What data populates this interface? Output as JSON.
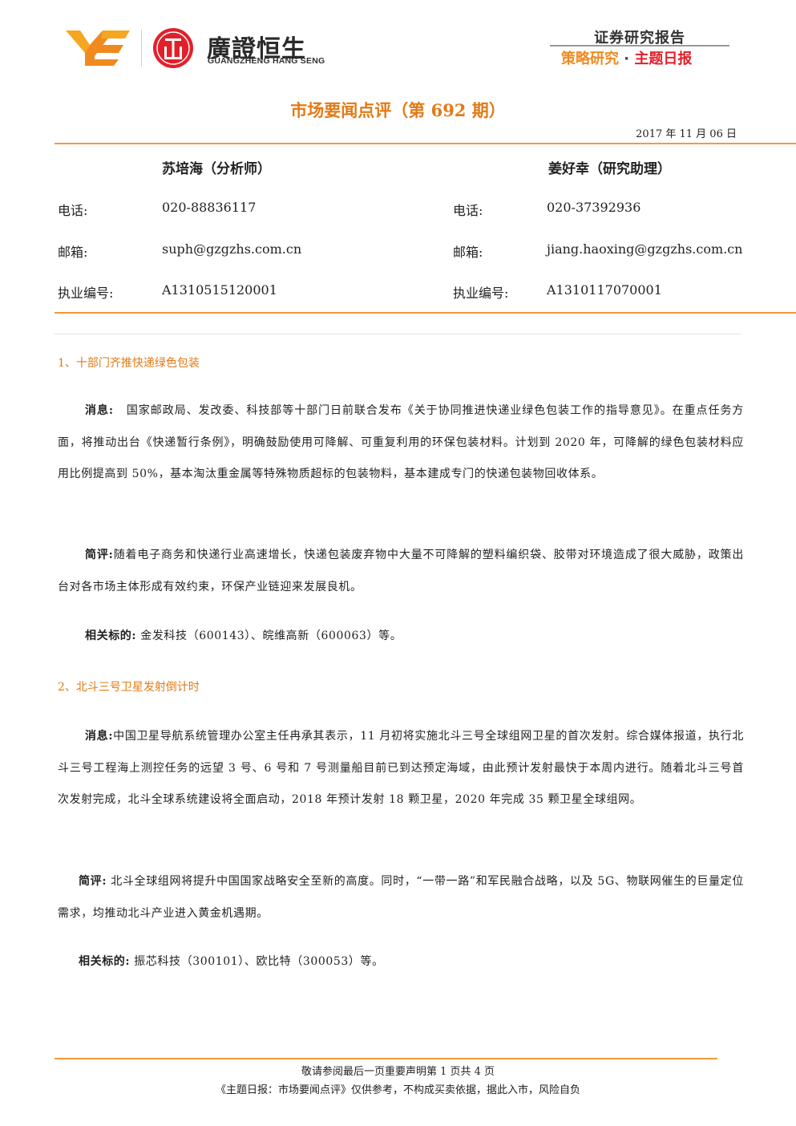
{
  "header": {
    "brand_cn": "廣證恒生",
    "brand_en": "GUANGZHENG HANG SENG",
    "report_type": "证券研究报告",
    "report_sub_a": "策略研究",
    "report_sub_dot": "·",
    "report_sub_b": "主题日报",
    "colors": {
      "orange": "#f08a1e",
      "red": "#e2202a",
      "title": "#e27a16"
    }
  },
  "title": "市场要闻点评（第 692 期）",
  "date": "2017 年 11 月 06 日",
  "analysts": [
    {
      "name": "苏培海（分析师）",
      "phone_label": "电话:",
      "phone": "020-88836117",
      "email_label": "邮箱:",
      "email": "suph@gzgzhs.com.cn",
      "license_label": "执业编号:",
      "license": "A1310515120001"
    },
    {
      "name": "姜好幸（研究助理）",
      "phone_label": "电话:",
      "phone": "020-37392936",
      "email_label": "邮箱:",
      "email": "jiang.haoxing@gzgzhs.com.cn",
      "license_label": "执业编号:",
      "license": "A1310117070001"
    }
  ],
  "sections": [
    {
      "title": "1、十部门齐推快递绿色包装",
      "news_label": "消息:",
      "news": "国家邮政局、发改委、科技部等十部门日前联合发布《关于协同推进快递业绿色包装工作的指导意见》。在重点任务方面，将推动出台《快递暂行条例》，明确鼓励使用可降解、可重复利用的环保包装材料。计划到 2020 年，可降解的绿色包装材料应用比例提高到 50%，基本淘汰重金属等特殊物质超标的包装物料，基本建成专门的快递包装物回收体系。",
      "comment_label": "简评:",
      "comment": "随着电子商务和快递行业高速增长，快递包装废弃物中大量不可降解的塑料编织袋、胶带对环境造成了很大威胁，政策出台对各市场主体形成有效约束，环保产业链迎来发展良机。",
      "targets_label": "相关标的:",
      "targets": "金发科技（600143）、皖维高新（600063）等。"
    },
    {
      "title": "2、北斗三号卫星发射倒计时",
      "news_label": "消息:",
      "news": "中国卫星导航系统管理办公室主任冉承其表示，11 月初将实施北斗三号全球组网卫星的首次发射。综合媒体报道，执行北斗三号工程海上测控任务的远望 3 号、6 号和 7 号测量船目前已到达预定海域，由此预计发射最快于本周内进行。随着北斗三号首次发射完成，北斗全球系统建设将全面启动，2018 年预计发射 18 颗卫星，2020 年完成 35 颗卫星全球组网。",
      "comment_label": "简评:",
      "comment": "北斗全球组网将提升中国国家战略安全至新的高度。同时，“一带一路”和军民融合战略，以及 5G、物联网催生的巨量定位需求，均推动北斗产业进入黄金机遇期。",
      "targets_label": "相关标的:",
      "targets": "振芯科技（300101）、欧比特（300053）等。"
    }
  ],
  "footer": {
    "line1": "敬请参阅最后一页重要声明第 1 页共 4 页",
    "line2": "《主题日报：市场要闻点评》仅供参考，不构成买卖依据，据此入市，风险自负"
  }
}
